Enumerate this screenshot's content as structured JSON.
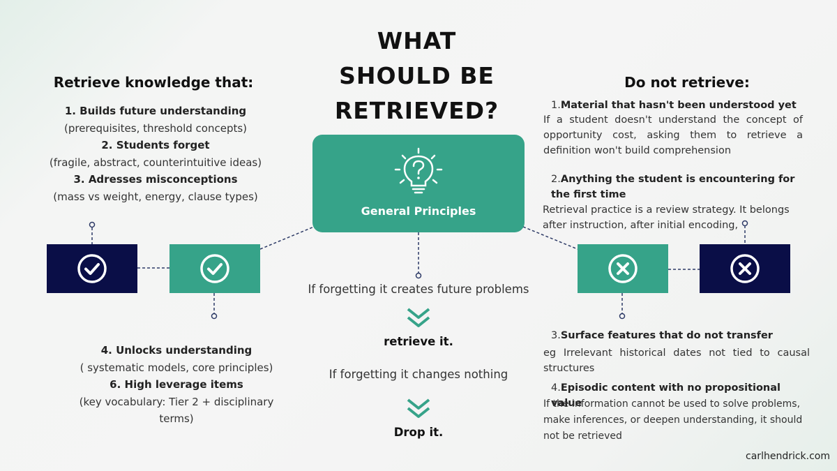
{
  "title_lines": [
    "WHAT",
    "SHOULD BE",
    "RETRIEVED?"
  ],
  "left": {
    "heading": "Retrieve knowledge that:",
    "items_top": [
      {
        "title": "1. Builds future understanding",
        "note": "(prerequisites, threshold concepts)"
      },
      {
        "title": "2. Students forget",
        "note": "(fragile, abstract, counterintuitive ideas)"
      },
      {
        "title": "3. Adresses misconceptions",
        "note": "(mass vs weight, energy, clause types)"
      }
    ],
    "items_bottom": [
      {
        "title": "4. Unlocks understanding",
        "note": "( systematic models, core principles)"
      },
      {
        "title": "6. High leverage items",
        "note": "(key vocabulary: Tier 2 + disciplinary terms)"
      }
    ]
  },
  "center": {
    "label": "General Principles",
    "flow": {
      "condition_1": "If forgetting it creates future problems",
      "action_1": "retrieve it.",
      "condition_2": "If forgetting it changes nothing",
      "action_2": "Drop it."
    }
  },
  "right": {
    "heading": "Do not retrieve:",
    "items": [
      {
        "num": "1.",
        "title": "Material that hasn't been understood yet",
        "desc": "If a student doesn't understand the concept of opportunity cost, asking them to retrieve a definition won't build comprehension"
      },
      {
        "num": "2.",
        "title": "Anything the student is encountering for the first time",
        "desc": "Retrieval practice is a review strategy. It belongs after instruction, after initial encoding,"
      },
      {
        "num": "3.",
        "title": "Surface features that do not transfer",
        "desc": "eg Irrelevant historical dates not tied to causal structures"
      },
      {
        "num": "4.",
        "title": "Episodic content with no propositional value",
        "desc": "If the information cannot be used to solve problems, make inferences, or deepen understanding, it should not be retrieved"
      }
    ]
  },
  "credit": "carlhendrick.com",
  "icons": {
    "center": "lightbulb-question-icon",
    "left_boxes": "check-circle-icon",
    "right_boxes": "x-circle-icon",
    "flow_arrow": "double-chevron-down-icon"
  },
  "colors": {
    "green": "#36a389",
    "navy": "#0a0e47",
    "connector": "#2d3a66"
  }
}
